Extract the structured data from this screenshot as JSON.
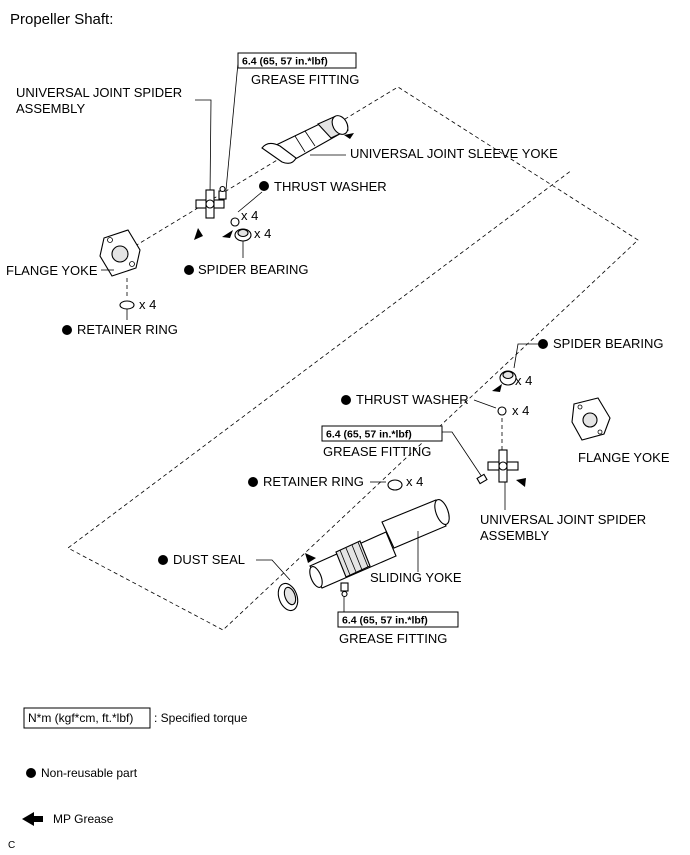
{
  "title": "Propeller Shaft:",
  "labels": {
    "torque_top": "6.4 (65, 57 in.*lbf)",
    "grease_fitting_top": "GREASE FITTING",
    "ujsa_top_line1": "UNIVERSAL JOINT SPIDER",
    "ujsa_top_line2": "ASSEMBLY",
    "sleeve_yoke": "UNIVERSAL JOINT SLEEVE YOKE",
    "thrust_washer_top": "THRUST WASHER",
    "x4_washer_top": "x 4",
    "x4_bearing_top": "x 4",
    "flange_yoke_left": "FLANGE YOKE",
    "spider_bearing_top": "SPIDER BEARING",
    "x4_retainer_top": "x 4",
    "retainer_ring_top": "RETAINER RING",
    "spider_bearing_right": "SPIDER BEARING",
    "x4_bearing_right": "x 4",
    "thrust_washer_right": "THRUST WASHER",
    "x4_washer_right": "x 4",
    "torque_mid": "6.4 (65, 57 in.*lbf)",
    "grease_fitting_mid": "GREASE FITTING",
    "flange_yoke_right": "FLANGE YOKE",
    "retainer_ring_mid": "RETAINER RING",
    "x4_retainer_mid": "x 4",
    "ujsa_mid_line1": "UNIVERSAL JOINT SPIDER",
    "ujsa_mid_line2": "ASSEMBLY",
    "dust_seal": "DUST SEAL",
    "sliding_yoke": "SLIDING YOKE",
    "torque_bottom": "6.4 (65, 57 in.*lbf)",
    "grease_fitting_bottom": "GREASE FITTING"
  },
  "legend": {
    "torque_unit": "N*m (kgf*cm, ft.*lbf)",
    "torque_desc": ": Specified torque",
    "non_reusable": "Non-reusable part",
    "mp_grease": "MP Grease"
  },
  "corner_mark": "C"
}
